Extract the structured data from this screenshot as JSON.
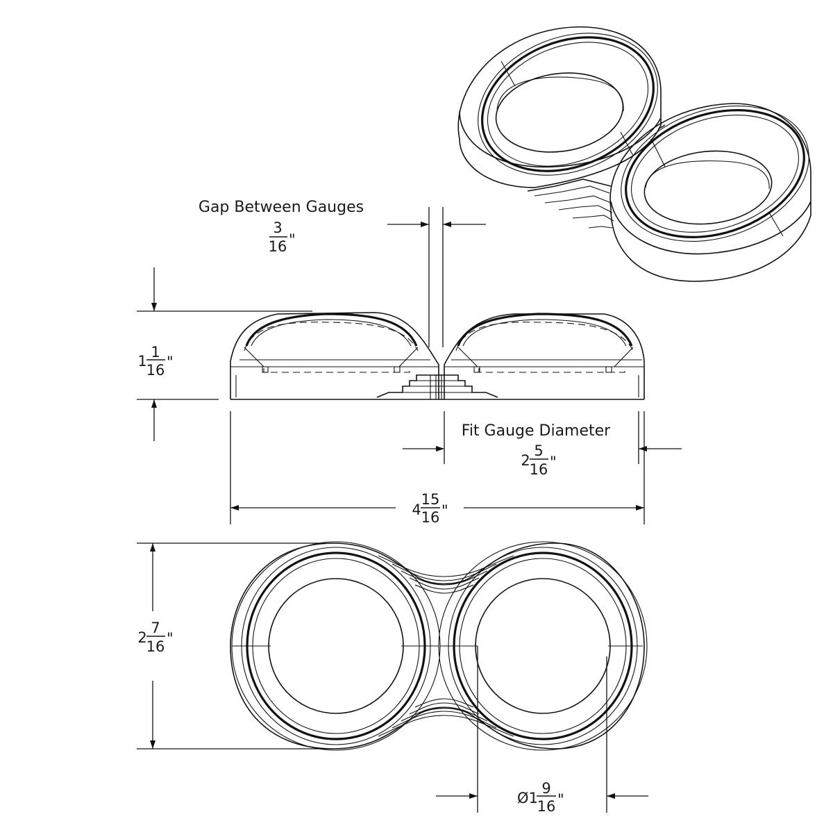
{
  "dimensions": {
    "gap": {
      "label": "Gap Between Gauges",
      "whole": "",
      "num": "3",
      "den": "16",
      "unit": "\""
    },
    "height": {
      "whole": "1",
      "num": "1",
      "den": "16",
      "unit": "\""
    },
    "fit_diameter": {
      "label": "Fit Gauge Diameter",
      "whole": "2",
      "num": "5",
      "den": "16",
      "unit": "\""
    },
    "overall_width": {
      "whole": "4",
      "num": "15",
      "den": "16",
      "unit": "\""
    },
    "depth": {
      "whole": "2",
      "num": "7",
      "den": "16",
      "unit": "\""
    },
    "hole_diameter": {
      "prefix": "Ø1",
      "num": "9",
      "den": "16",
      "unit": "\""
    }
  }
}
